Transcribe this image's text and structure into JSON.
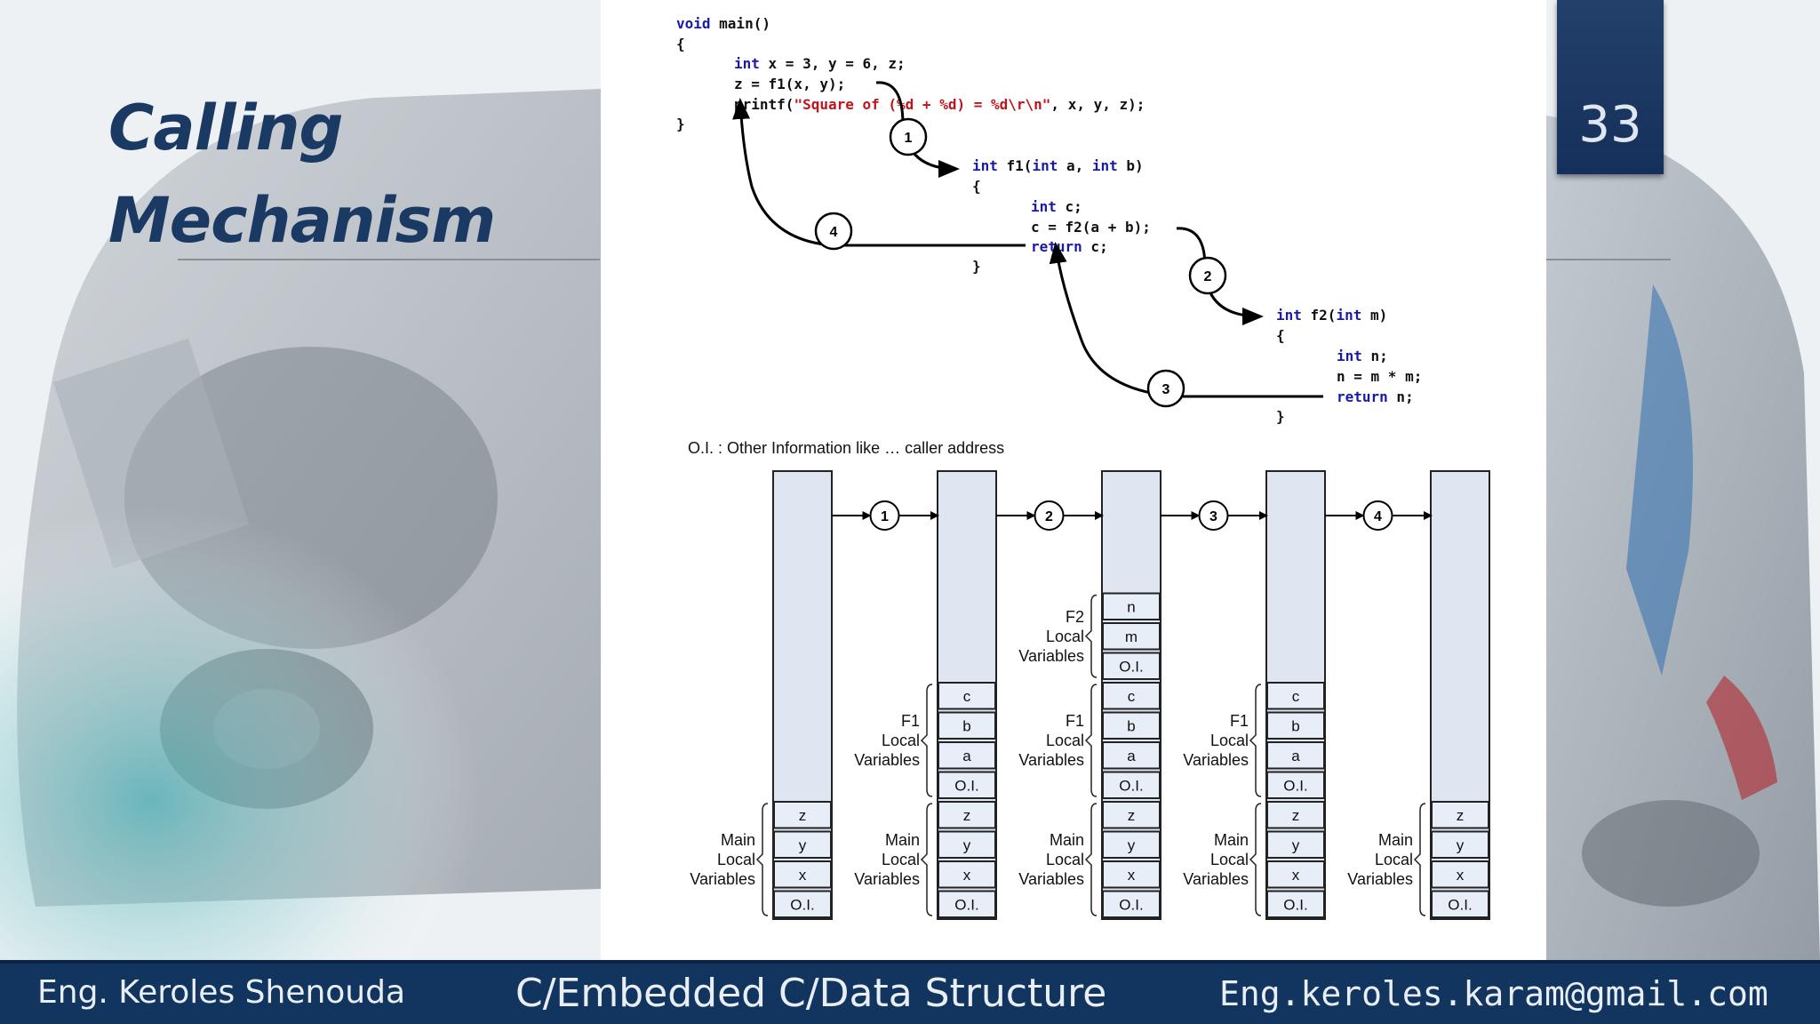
{
  "slide": {
    "title_line1": "Calling",
    "title_line2": "Mechanism",
    "page_number": "33"
  },
  "footer": {
    "author": "Eng. Keroles Shenouda",
    "course": "C/Embedded C/Data Structure",
    "email": "Eng.keroles.karam@gmail.com"
  },
  "code": {
    "main": {
      "signature": [
        "void",
        " main()"
      ],
      "open": "{",
      "decl": [
        "int",
        " x = 3, y = 6, z;"
      ],
      "call": "z = f1(x, y);",
      "printf_start": "printf(",
      "printf_string": "\"Square of (%d + %d) = %d\\r\\n\"",
      "printf_end": ", x, y, z);",
      "close": "}"
    },
    "f1": {
      "signature": [
        "int",
        " f1(",
        "int",
        " a, ",
        "int",
        " b)"
      ],
      "open": "{",
      "decl": [
        "int",
        " c;"
      ],
      "call": "c = f2(a + b);",
      "ret": [
        "return",
        " c;"
      ],
      "close": "}"
    },
    "f2": {
      "signature": [
        "int",
        " f2(",
        "int",
        " m)"
      ],
      "open": "{",
      "decl": [
        "int",
        " n;"
      ],
      "calc": "n = m * m;",
      "ret": [
        "return",
        " n;"
      ],
      "close": "}"
    }
  },
  "steps": [
    "1",
    "2",
    "3",
    "4"
  ],
  "stack": {
    "legend": "O.I. : Other Information like … caller address",
    "group_labels": {
      "main": [
        "Main",
        "Local",
        "Variables"
      ],
      "f1": [
        "F1",
        "Local",
        "Variables"
      ],
      "f2": [
        "F2",
        "Local",
        "Variables"
      ]
    },
    "main_cells": [
      "z",
      "y",
      "x",
      "O.I."
    ],
    "f1_cells": [
      "c",
      "b",
      "a",
      "O.I."
    ],
    "f2_cells": [
      "n",
      "m",
      "O.I."
    ]
  }
}
